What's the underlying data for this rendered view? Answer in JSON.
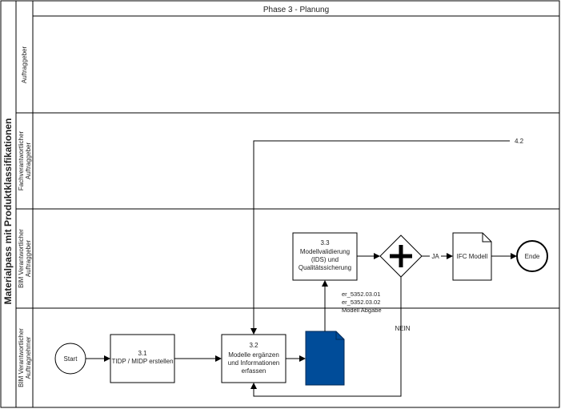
{
  "diagram": {
    "pool_title": "Materialpass mit Produktklassifikationen",
    "phase_label": "Phase 3 - Planung",
    "lanes": [
      {
        "label_line1": "Auftraggeber",
        "label_line2": ""
      },
      {
        "label_line1": "Fachverantwortlicher",
        "label_line2": "Auftraggeber"
      },
      {
        "label_line1": "BIM Verantwortlicher",
        "label_line2": "Auftraggeber"
      },
      {
        "label_line1": "BIM Verantwortlicher",
        "label_line2": "Auftragnehmer"
      }
    ],
    "events": {
      "start": "Start",
      "end": "Ende"
    },
    "tasks": {
      "t31": {
        "number": "3.1",
        "line1": "TIDP / MIDP erstellen"
      },
      "t32": {
        "number": "3.2",
        "line1": "Modelle ergänzen",
        "line2": "und Informationen",
        "line3": "erfassen"
      },
      "t33": {
        "number": "3.3",
        "line1": "Modellvalidierung",
        "line2": "(IDS) und",
        "line3": "Qualitätssicherung"
      }
    },
    "documents": {
      "ifc_model": "IFC Modell",
      "delivery_lines": [
        "er_5352.03.01",
        "er_5352.03.02",
        "Modell Abgabe"
      ]
    },
    "flow_labels": {
      "yes": "JA",
      "no": "NEIN",
      "ref_42": "4.2"
    },
    "colors": {
      "line": "#000000",
      "document_fill": "#004c99",
      "document_stroke": "#002a57"
    }
  }
}
